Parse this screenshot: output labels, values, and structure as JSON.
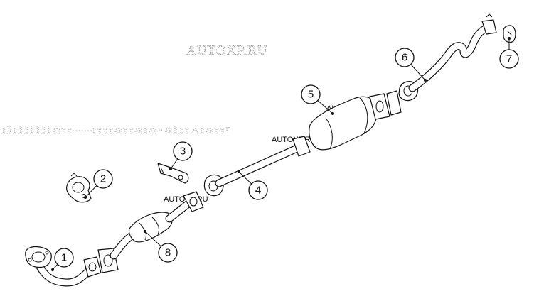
{
  "watermarks": {
    "main": "AUTOXP.RU",
    "faded": "ᴉᴉᴉᴉᴉᴉᴉᴉᴉᴉᴉ",
    "small": [
      "AUTOXP.RU",
      "AUTOXP.RU",
      "AUTOXP.RU"
    ]
  },
  "callouts": [
    "1",
    "2",
    "3",
    "4",
    "5",
    "6",
    "7",
    "8"
  ]
}
